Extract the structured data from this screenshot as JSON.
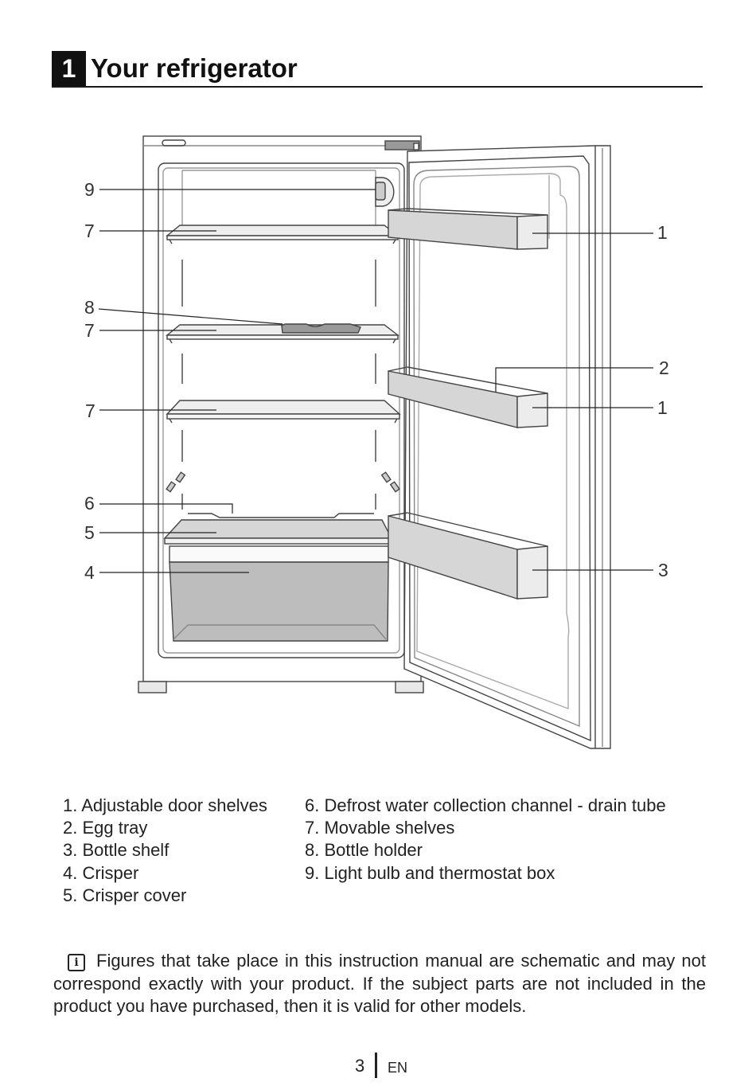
{
  "section": {
    "number": "1",
    "title": "Your refrigerator"
  },
  "callouts": {
    "c9": "9",
    "c7a": "7",
    "c8": "8",
    "c7b": "7",
    "c7c": "7",
    "c6": "6",
    "c5": "5",
    "c4": "4",
    "r1a": "1",
    "r2": "2",
    "r1b": "1",
    "r3": "3"
  },
  "legend": {
    "left": [
      "1. Adjustable door shelves",
      "2. Egg tray",
      "3. Bottle shelf",
      "4. Crisper",
      "5. Crisper cover"
    ],
    "right": [
      "6. Defrost water collection channel - drain tube",
      "7. Movable shelves",
      "8. Bottle holder",
      "9. Light bulb and thermostat box"
    ]
  },
  "note": {
    "icon": "info-icon",
    "text": "Figures that take place in this instruction manual are schematic and may not correspond exactly with your product. If the subject parts are not included in the product you have purchased, then it is valid for other models."
  },
  "footer": {
    "page": "3",
    "lang": "EN"
  }
}
